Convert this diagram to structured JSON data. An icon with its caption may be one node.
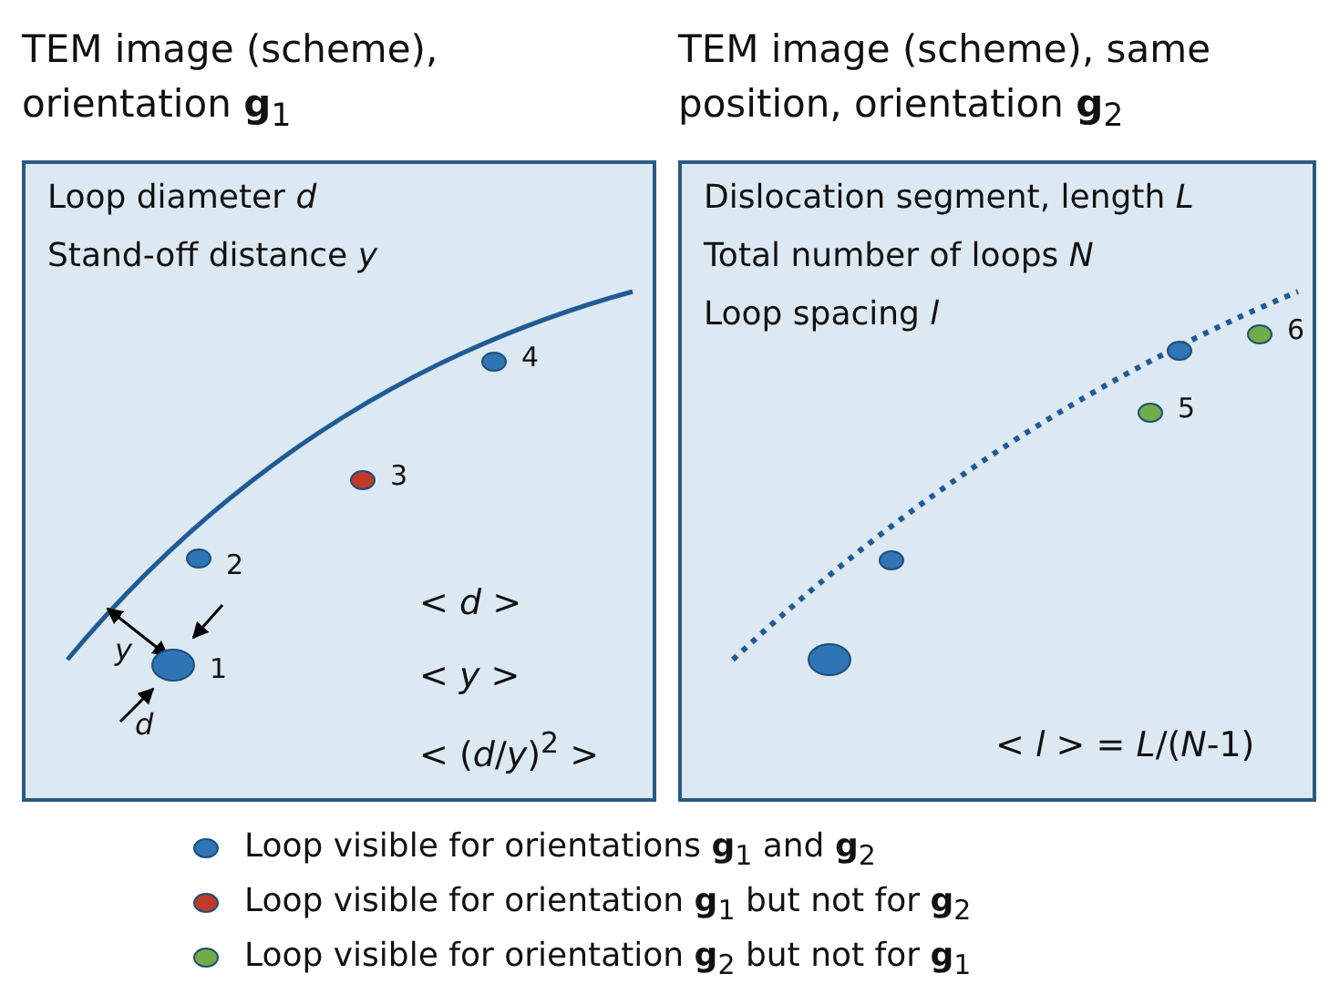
{
  "diagram": {
    "nodes": [
      {
        "text": [
          "TEM image (scheme), orientation **g**$_{1}$",
          "Loop diameter *d*",
          "Stand-off distance *y*"
        ]
      },
      {
        "text": [],
        "shape": "circle",
        "in": 0,
        "beside": [
          "4"
        ]
      },
      {
        "text": [],
        "shape": "circle",
        "in": 0,
        "beside": [
          "3"
        ]
      },
      {
        "text": [],
        "shape": "circle",
        "in": 0,
        "beside": [
          "2"
        ]
      },
      {
        "text": [],
        "shape": "circle",
        "in": 0,
        "beside": [
          "1"
        ]
      },
      {
        "text": [
          "TEM image (scheme), same position, orientation **g**$_{2}$",
          "Dislocation segment, length *L*",
          "Total number of loops *N*",
          "Loop spacing *l*"
        ]
      },
      {
        "text": [],
        "shape": "circle",
        "in": 5,
        "beside": [
          "6"
        ]
      },
      {
        "text": [],
        "shape": "circle",
        "in": 5
      },
      {
        "text": [],
        "shape": "circle",
        "in": 5,
        "beside": [
          "5"
        ]
      },
      {
        "text": [],
        "shape": "circle",
        "in": 5
      },
      {
        "text": [],
        "shape": "circle",
        "in": 5
      }
    ],
    "edges": [],
    "labels": [
      "*y*",
      "*d*",
      "< *d* >",
      "< *y* >",
      "< (*d*/*y*)$^{2}$ >",
      "< *l* > = *L*/(*N*-1)"
    ],
    "legend": [
      {
        "text": "Loop visible for orientations **g**$_{1}$ and **g**$_{2}$",
        "color": "#2e75b6"
      },
      {
        "text": "Loop visible for orientation **g**$_{1}$ but not for **g**$_{2}$",
        "color": "#c0392b"
      },
      {
        "text": "Loop visible for orientation **g**$_{2}$ but not for **g**$_{1}$",
        "color": "#70ad47"
      }
    ]
  }
}
